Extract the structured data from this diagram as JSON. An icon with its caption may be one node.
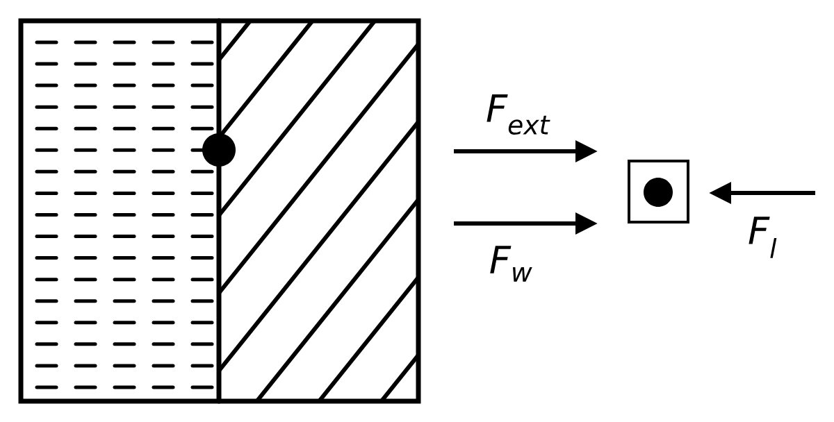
{
  "diagram": {
    "labels": [
      "F$_{ext}$",
      "F$_{w}$",
      "F$_{l}$"
    ]
  }
}
